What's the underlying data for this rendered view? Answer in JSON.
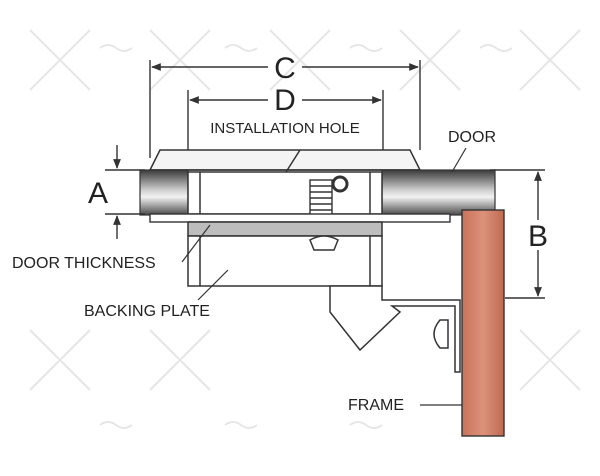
{
  "labels": {
    "dim_a": "A",
    "dim_b": "B",
    "dim_c": "C",
    "dim_d": "D",
    "installation_hole": "INSTALLATION HOLE",
    "door": "DOOR",
    "door_thickness": "DOOR THICKNESS",
    "backing_plate": "BACKING PLATE",
    "frame": "FRAME"
  },
  "colors": {
    "frame_fill": "#d9896f",
    "door_fill_dark": "#4a4a4a",
    "door_fill_light": "#e6e6e6",
    "line": "#333333",
    "watermark": "#e3e3e3"
  }
}
